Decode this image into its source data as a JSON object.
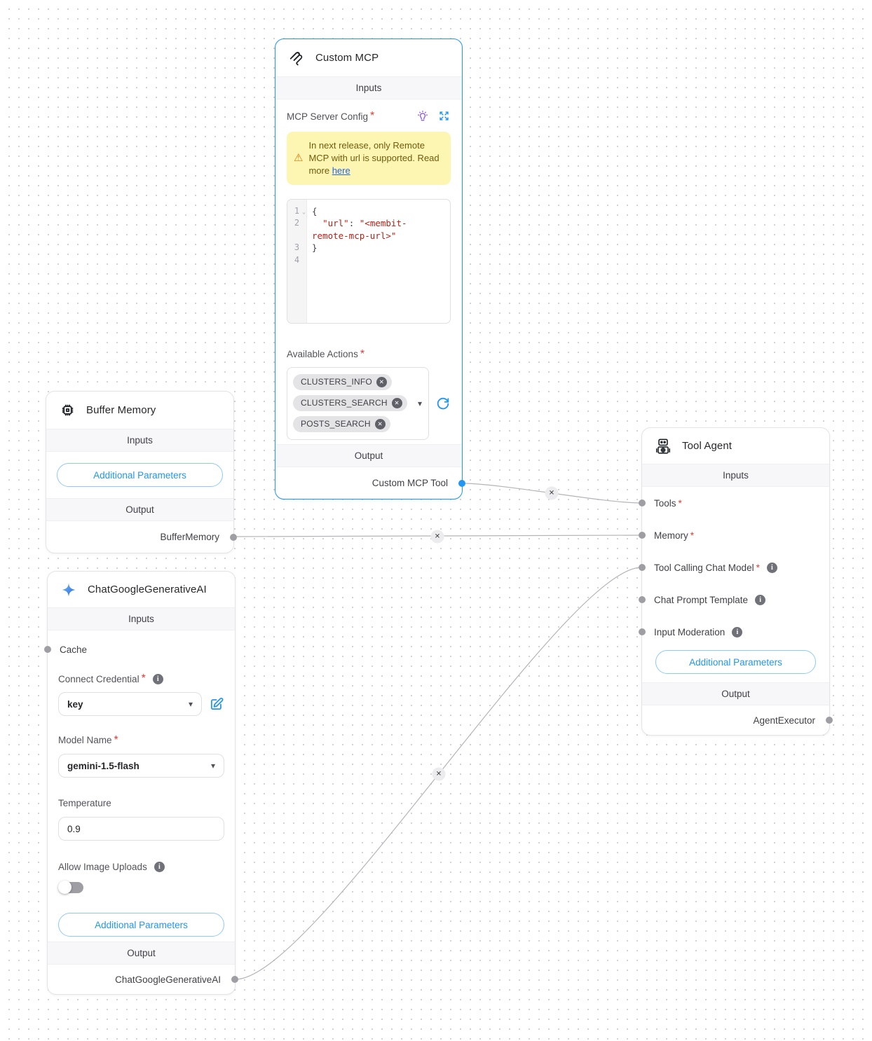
{
  "ui": {
    "required_mark": "*"
  },
  "colors": {
    "accent_blue": "#2196f3",
    "link_blue": "#2563eb",
    "warning_bg": "#fdf6b2",
    "warning_icon": "#d97706",
    "code_string_red": "#b42318",
    "chip_bg": "#e4e4e7",
    "edge_gray": "#b4b4ba",
    "port_dot_gray": "#9e9ea4",
    "selected_border": "#2196f3"
  },
  "nodes": {
    "custom_mcp": {
      "title": "Custom MCP",
      "section_inputs": "Inputs",
      "section_output": "Output",
      "config_label": "MCP Server Config",
      "warning": {
        "text_before_link": "In next release, only Remote MCP with url is supported. Read more ",
        "link_text": "here"
      },
      "code": {
        "line1_num": "1",
        "line1": "{",
        "line2_num": "2",
        "line2_indent": "  ",
        "line2_key": "\"url\"",
        "line2_sep": ": ",
        "line2_value_a": "\"<membit-",
        "line2_value_b": "remote-mcp-url>\"",
        "line3_num": "3",
        "line3": "}",
        "line4_num": "4"
      },
      "actions_label": "Available Actions",
      "actions": [
        "CLUSTERS_INFO",
        "CLUSTERS_SEARCH",
        "POSTS_SEARCH"
      ],
      "output_anchor": "Custom MCP Tool"
    },
    "buffer_memory": {
      "title": "Buffer Memory",
      "section_inputs": "Inputs",
      "additional_parameters_label": "Additional Parameters",
      "section_output": "Output",
      "output_anchor": "BufferMemory"
    },
    "chat_google": {
      "title": "ChatGoogleGenerativeAI",
      "section_inputs": "Inputs",
      "cache_label": "Cache",
      "credential_label": "Connect Credential",
      "credential_value": "key",
      "model_label": "Model Name",
      "model_value": "gemini-1.5-flash",
      "temperature_label": "Temperature",
      "temperature_value": "0.9",
      "allow_image_uploads_label": "Allow Image Uploads",
      "additional_parameters_label": "Additional Parameters",
      "section_output": "Output",
      "output_anchor": "ChatGoogleGenerativeAI"
    },
    "tool_agent": {
      "title": "Tool Agent",
      "section_inputs": "Inputs",
      "inputs": [
        {
          "label": "Tools"
        },
        {
          "label": "Memory"
        },
        {
          "label": "Tool Calling Chat Model"
        },
        {
          "label": "Chat Prompt Template"
        },
        {
          "label": "Input Moderation"
        }
      ],
      "additional_parameters_label": "Additional Parameters",
      "section_output": "Output",
      "output_anchor": "AgentExecutor"
    }
  }
}
